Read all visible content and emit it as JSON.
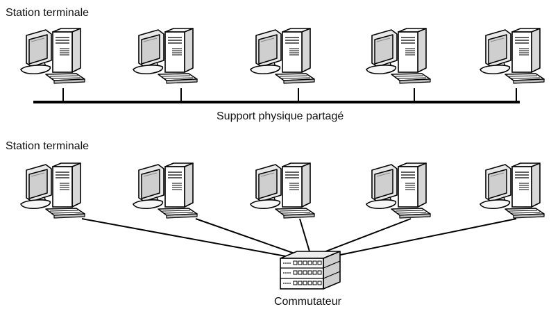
{
  "top_diagram": {
    "station_label": "Station terminale",
    "medium_label": "Support physique partagé",
    "station_count": 5
  },
  "bottom_diagram": {
    "station_label": "Station terminale",
    "switch_label": "Commutateur",
    "station_count": 5
  },
  "icons": {
    "station": "desktop-computer-icon",
    "switch": "network-switch-icon"
  }
}
